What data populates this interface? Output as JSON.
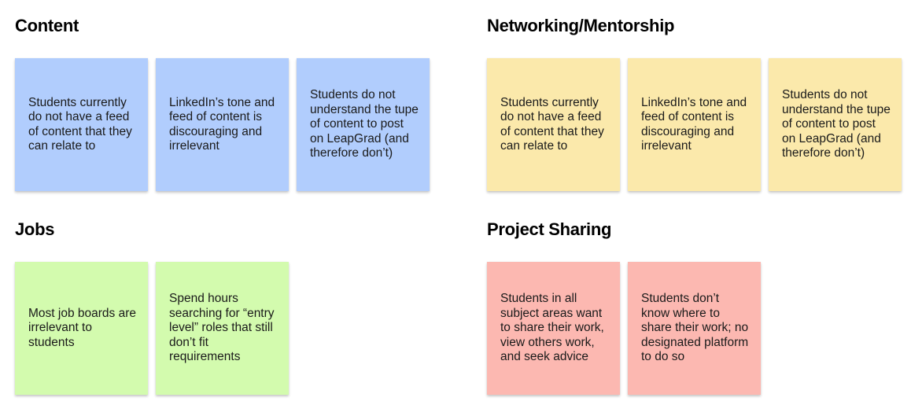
{
  "sections": {
    "content": {
      "title": "Content",
      "color": "#b1cdfd",
      "notes": [
        "Students currently do not have a feed of content that they can relate to",
        "LinkedIn’s tone and feed of content is discouraging and irrelevant",
        "Students do not understand the tupe of content to post on LeapGrad (and therefore don’t)"
      ]
    },
    "networking": {
      "title": "Networking/Mentorship",
      "color": "#fbe9ab",
      "notes": [
        "Students currently do not have a feed of content that they can relate to",
        "LinkedIn’s tone and feed of content is discouraging and irrelevant",
        "Students do not understand the tupe of content to post on LeapGrad (and therefore don’t)"
      ]
    },
    "jobs": {
      "title": "Jobs",
      "color": "#d3fbae",
      "notes": [
        "Most job boards are irrelevant to students",
        "Spend hours searching for “entry level” roles that still don’t fit requirements"
      ]
    },
    "project_sharing": {
      "title": "Project Sharing",
      "color": "#fcb8b1",
      "notes": [
        "Students in all subject areas want to share their work, view others work, and seek advice",
        "Students don’t know where to share their work; no designated platform to do so"
      ]
    }
  }
}
